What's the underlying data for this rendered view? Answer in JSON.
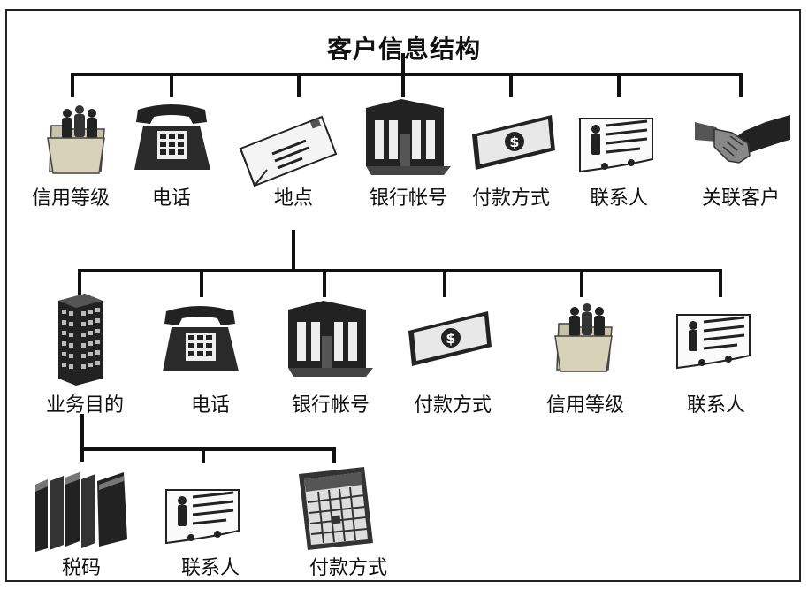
{
  "title": "客户信息结构",
  "level1": [
    {
      "label": "信用等级",
      "icon": "people-folder-icon"
    },
    {
      "label": "电话",
      "icon": "telephone-icon"
    },
    {
      "label": "地点",
      "icon": "envelope-icon"
    },
    {
      "label": "银行帐号",
      "icon": "bank-icon"
    },
    {
      "label": "付款方式",
      "icon": "banknote-icon"
    },
    {
      "label": "联系人",
      "icon": "contact-card-icon"
    },
    {
      "label": "关联客户",
      "icon": "handshake-icon"
    }
  ],
  "level2": [
    {
      "label": "业务目的",
      "icon": "office-building-icon"
    },
    {
      "label": "电话",
      "icon": "telephone-icon"
    },
    {
      "label": "银行帐号",
      "icon": "bank-icon"
    },
    {
      "label": "付款方式",
      "icon": "banknote-icon"
    },
    {
      "label": "信用等级",
      "icon": "people-folder-icon"
    },
    {
      "label": "联系人",
      "icon": "contact-card-icon"
    }
  ],
  "level3": [
    {
      "label": "税码",
      "icon": "ledger-books-icon"
    },
    {
      "label": "联系人",
      "icon": "contact-card-icon"
    },
    {
      "label": "付款方式",
      "icon": "calendar-icon"
    }
  ]
}
